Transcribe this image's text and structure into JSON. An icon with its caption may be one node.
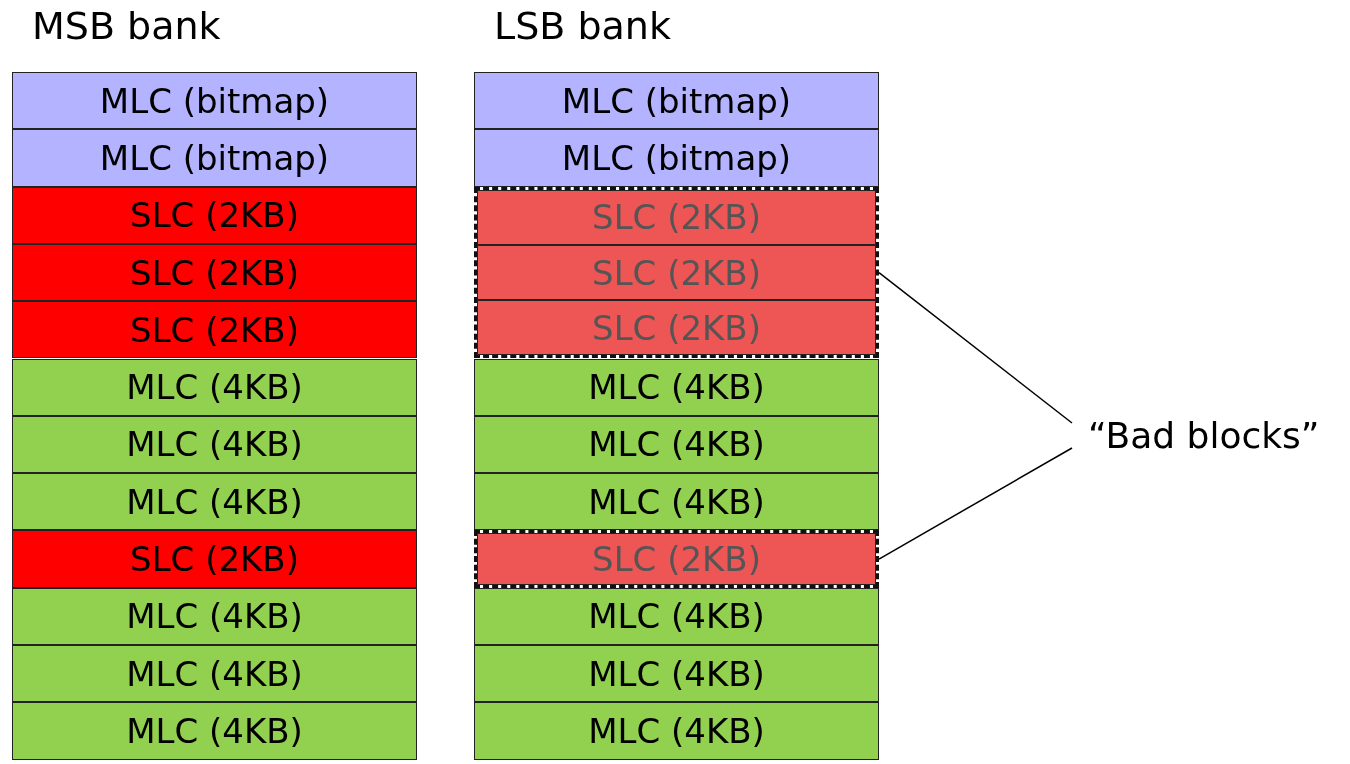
{
  "diagram": {
    "nodes": [
      {
        "text": [
          "MSB bank"
        ]
      },
      {
        "text": [
          "MLC (bitmap)"
        ],
        "in": 0
      },
      {
        "text": [
          "MLC (bitmap)"
        ],
        "in": 0
      },
      {
        "text": [
          "SLC (2KB)"
        ],
        "in": 0
      },
      {
        "text": [
          "SLC (2KB)"
        ],
        "in": 0
      },
      {
        "text": [
          "SLC (2KB)"
        ],
        "in": 0
      },
      {
        "text": [
          "MLC (4KB)"
        ],
        "in": 0
      },
      {
        "text": [
          "MLC (4KB)"
        ],
        "in": 0
      },
      {
        "text": [
          "MLC (4KB)"
        ],
        "in": 0
      },
      {
        "text": [
          "SLC (2KB)"
        ],
        "in": 0
      },
      {
        "text": [
          "MLC (4KB)"
        ],
        "in": 0
      },
      {
        "text": [
          "MLC (4KB)"
        ],
        "in": 0
      },
      {
        "text": [
          "MLC (4KB)"
        ],
        "in": 0
      },
      {
        "text": [
          "LSB bank"
        ]
      },
      {
        "text": [
          "MLC (bitmap)"
        ],
        "in": 13
      },
      {
        "text": [
          "MLC (bitmap)"
        ],
        "in": 13
      },
      {
        "text": [],
        "shape": "box",
        "in": 13
      },
      {
        "text": [
          "SLC (2KB)"
        ],
        "in": 16
      },
      {
        "text": [
          "SLC (2KB)"
        ],
        "in": 16
      },
      {
        "text": [
          "SLC (2KB)"
        ],
        "in": 16
      },
      {
        "text": [
          "MLC (4KB)"
        ],
        "in": 13
      },
      {
        "text": [
          "MLC (4KB)"
        ],
        "in": 13
      },
      {
        "text": [
          "MLC (4KB)"
        ],
        "in": 13
      },
      {
        "text": [],
        "shape": "box",
        "in": 13
      },
      {
        "text": [
          "SLC (2KB)"
        ],
        "in": 23
      },
      {
        "text": [
          "MLC (4KB)"
        ],
        "in": 13
      },
      {
        "text": [
          "MLC (4KB)"
        ],
        "in": 13
      },
      {
        "text": [
          "MLC (4KB)"
        ],
        "in": 13
      },
      {
        "text": [
          "“Bad blocks”"
        ]
      }
    ],
    "edges": [
      {
        "from": 28,
        "to": 16,
        "arrow": "none"
      },
      {
        "from": 28,
        "to": 23,
        "arrow": "none"
      }
    ]
  }
}
